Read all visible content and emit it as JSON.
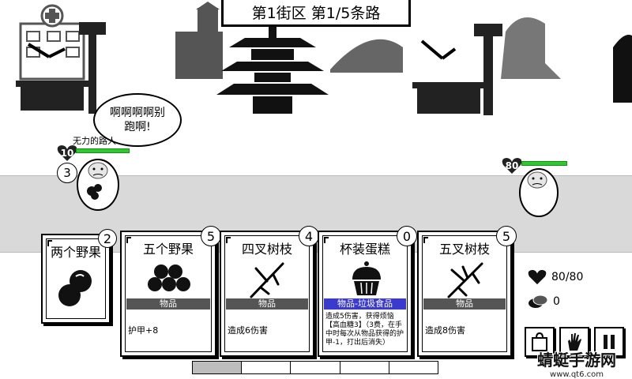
{
  "stage": {
    "label": "第1街区 第1/5条路"
  },
  "player": {
    "hp": "10",
    "armor": "3",
    "status": "无力的路人",
    "speech": "啊啊啊啊别跑啊!",
    "hp_fraction": 1.0
  },
  "enemy": {
    "hp": "80",
    "hp_fraction": 1.0
  },
  "cards": [
    {
      "title": "两个野果",
      "cost": "2",
      "tag": "",
      "desc": ""
    },
    {
      "title": "五个野果",
      "cost": "5",
      "tag": "物品",
      "desc": "护甲+8"
    },
    {
      "title": "四叉树枝",
      "cost": "4",
      "tag": "物品",
      "desc": "造成6伤害"
    },
    {
      "title": "杯装蛋糕",
      "cost": "0",
      "tag": "物品-垃圾食品",
      "desc": "造成5伤害，获得烦恼【高血糖3】（3费，在手中时每次从物品获得的护甲-1，打出后消失）"
    },
    {
      "title": "五叉树枝",
      "cost": "5",
      "tag": "物品",
      "desc": "造成8伤害"
    }
  ],
  "stats": {
    "hp": "80/80",
    "coins": "0"
  },
  "progress": {
    "total": 5,
    "done": 1
  },
  "watermark": {
    "name": "蜻蜓手游网",
    "url": "www.qt6.com"
  },
  "colors": {
    "hp_bar": "#2ec92e",
    "junk_food_tag": "#3a3acc",
    "item_tag": "#555555"
  }
}
